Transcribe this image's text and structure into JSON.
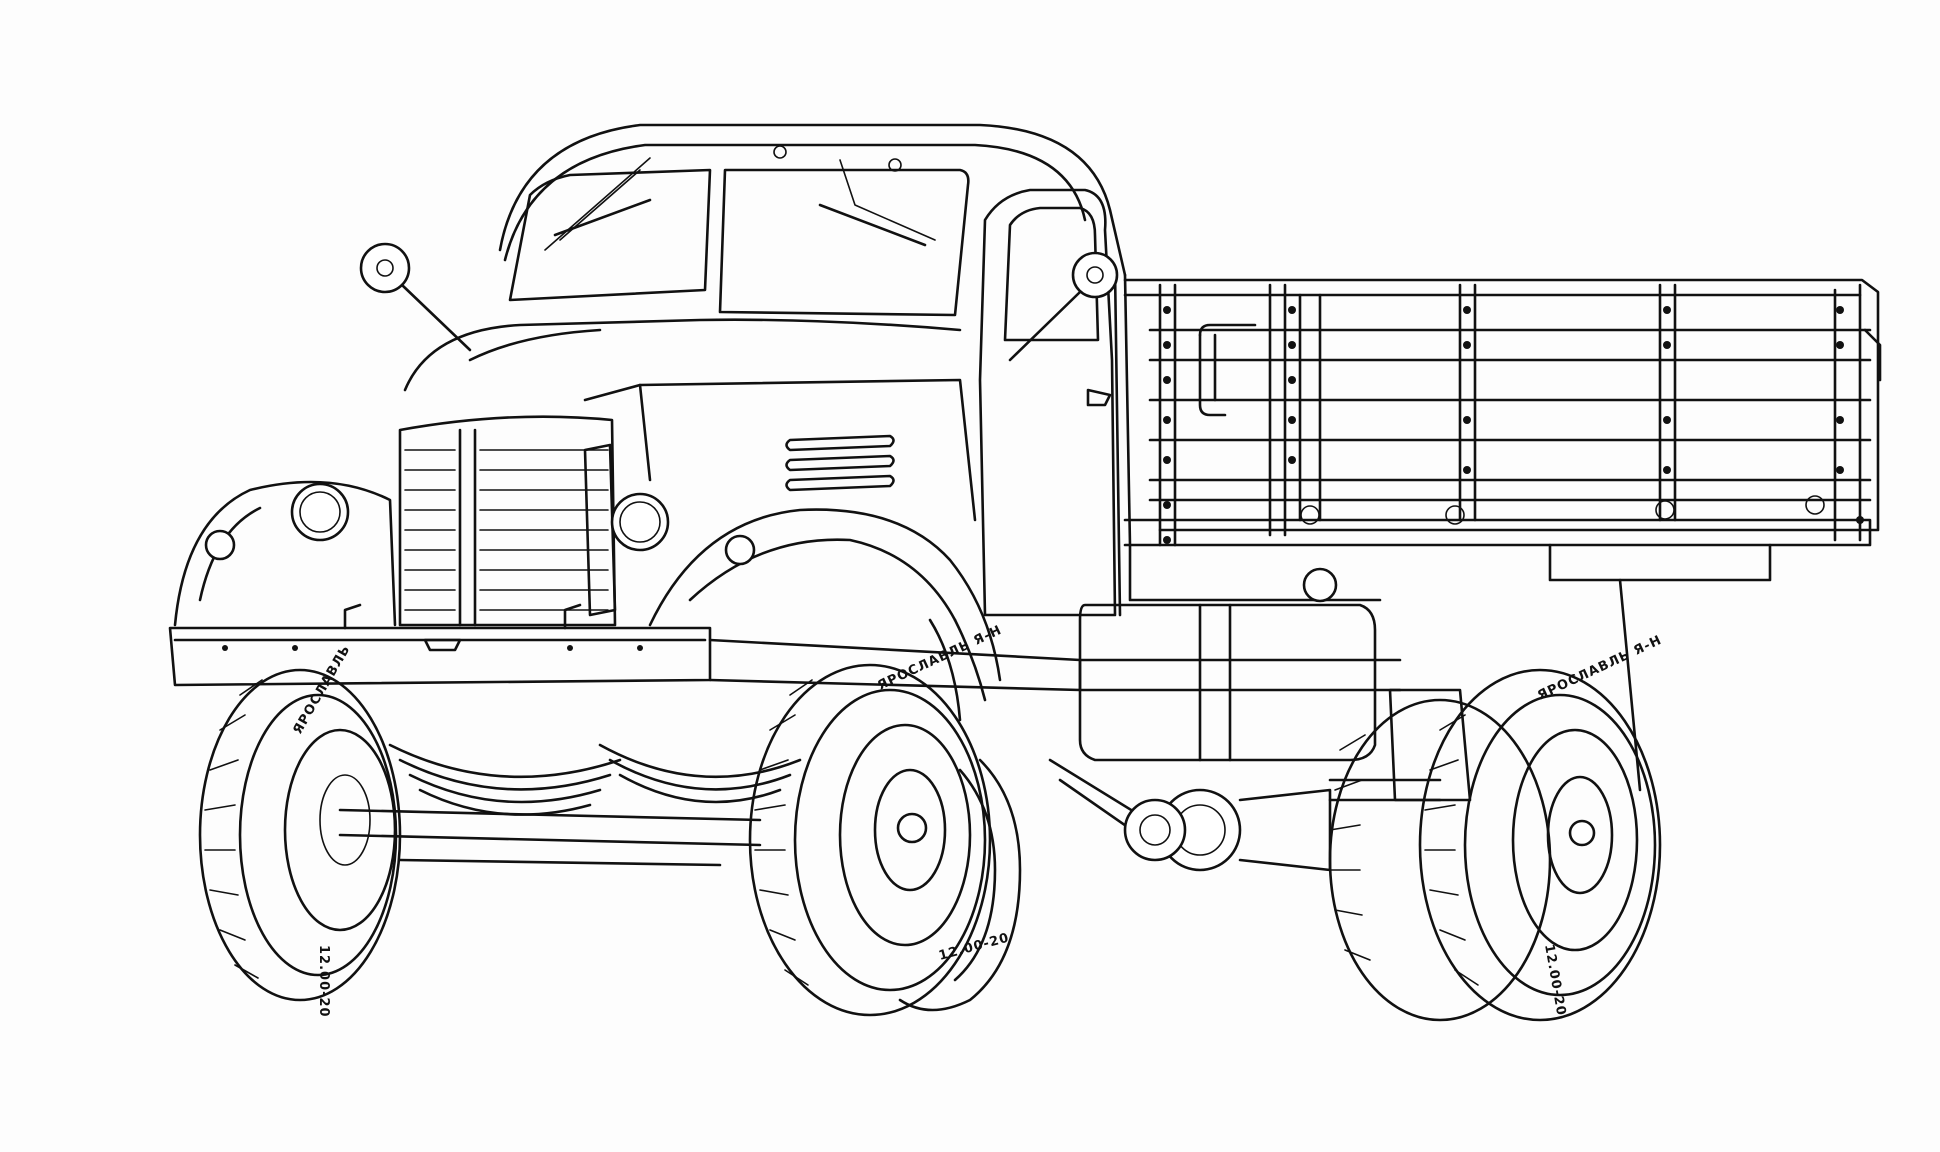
{
  "drawing": {
    "subject": "truck",
    "style": "line-art",
    "colors": {
      "background": "#fdfdfd",
      "line": "#111111"
    }
  },
  "tire_markings": {
    "front_left_top": "ЯРОСЛАВЛЬ",
    "front_right_top": "ЯРОСЛАВЛЬ Я-Н",
    "rear_top": "ЯРОСЛАВЛЬ Я-Н",
    "sidewall_bottom": "12.00-20"
  }
}
